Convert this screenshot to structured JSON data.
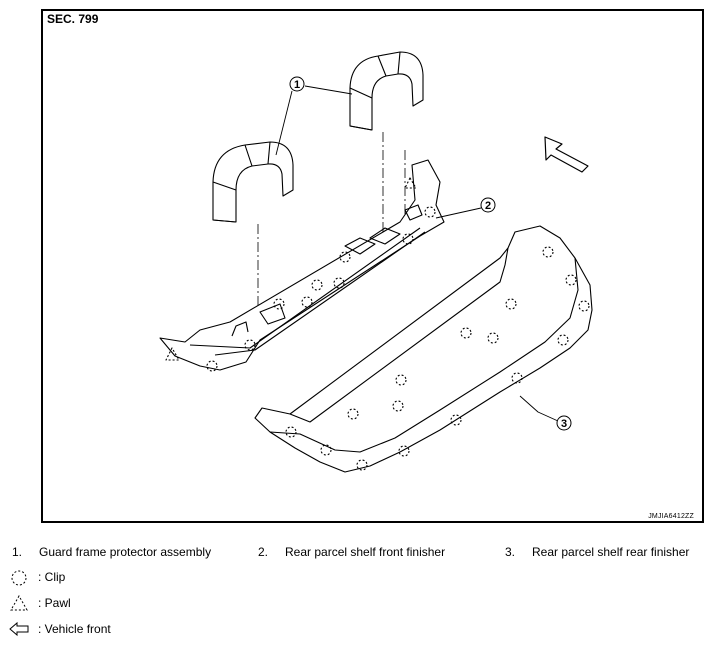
{
  "figure": {
    "section": "SEC. 799",
    "code": "JMJIA6412ZZ",
    "callouts": [
      "1",
      "2",
      "3"
    ]
  },
  "legend": [
    {
      "num": "1.",
      "label": "Guard frame protector assembly"
    },
    {
      "num": "2.",
      "label": "Rear parcel shelf front finisher"
    },
    {
      "num": "3.",
      "label": "Rear parcel shelf rear finisher"
    }
  ],
  "symbols": [
    {
      "icon": "clip-symbol-icon",
      "text": ": Clip"
    },
    {
      "icon": "pawl-symbol-icon",
      "text": ": Pawl"
    },
    {
      "icon": "vehicle-front-arrow-icon",
      "text": ": Vehicle front"
    }
  ]
}
